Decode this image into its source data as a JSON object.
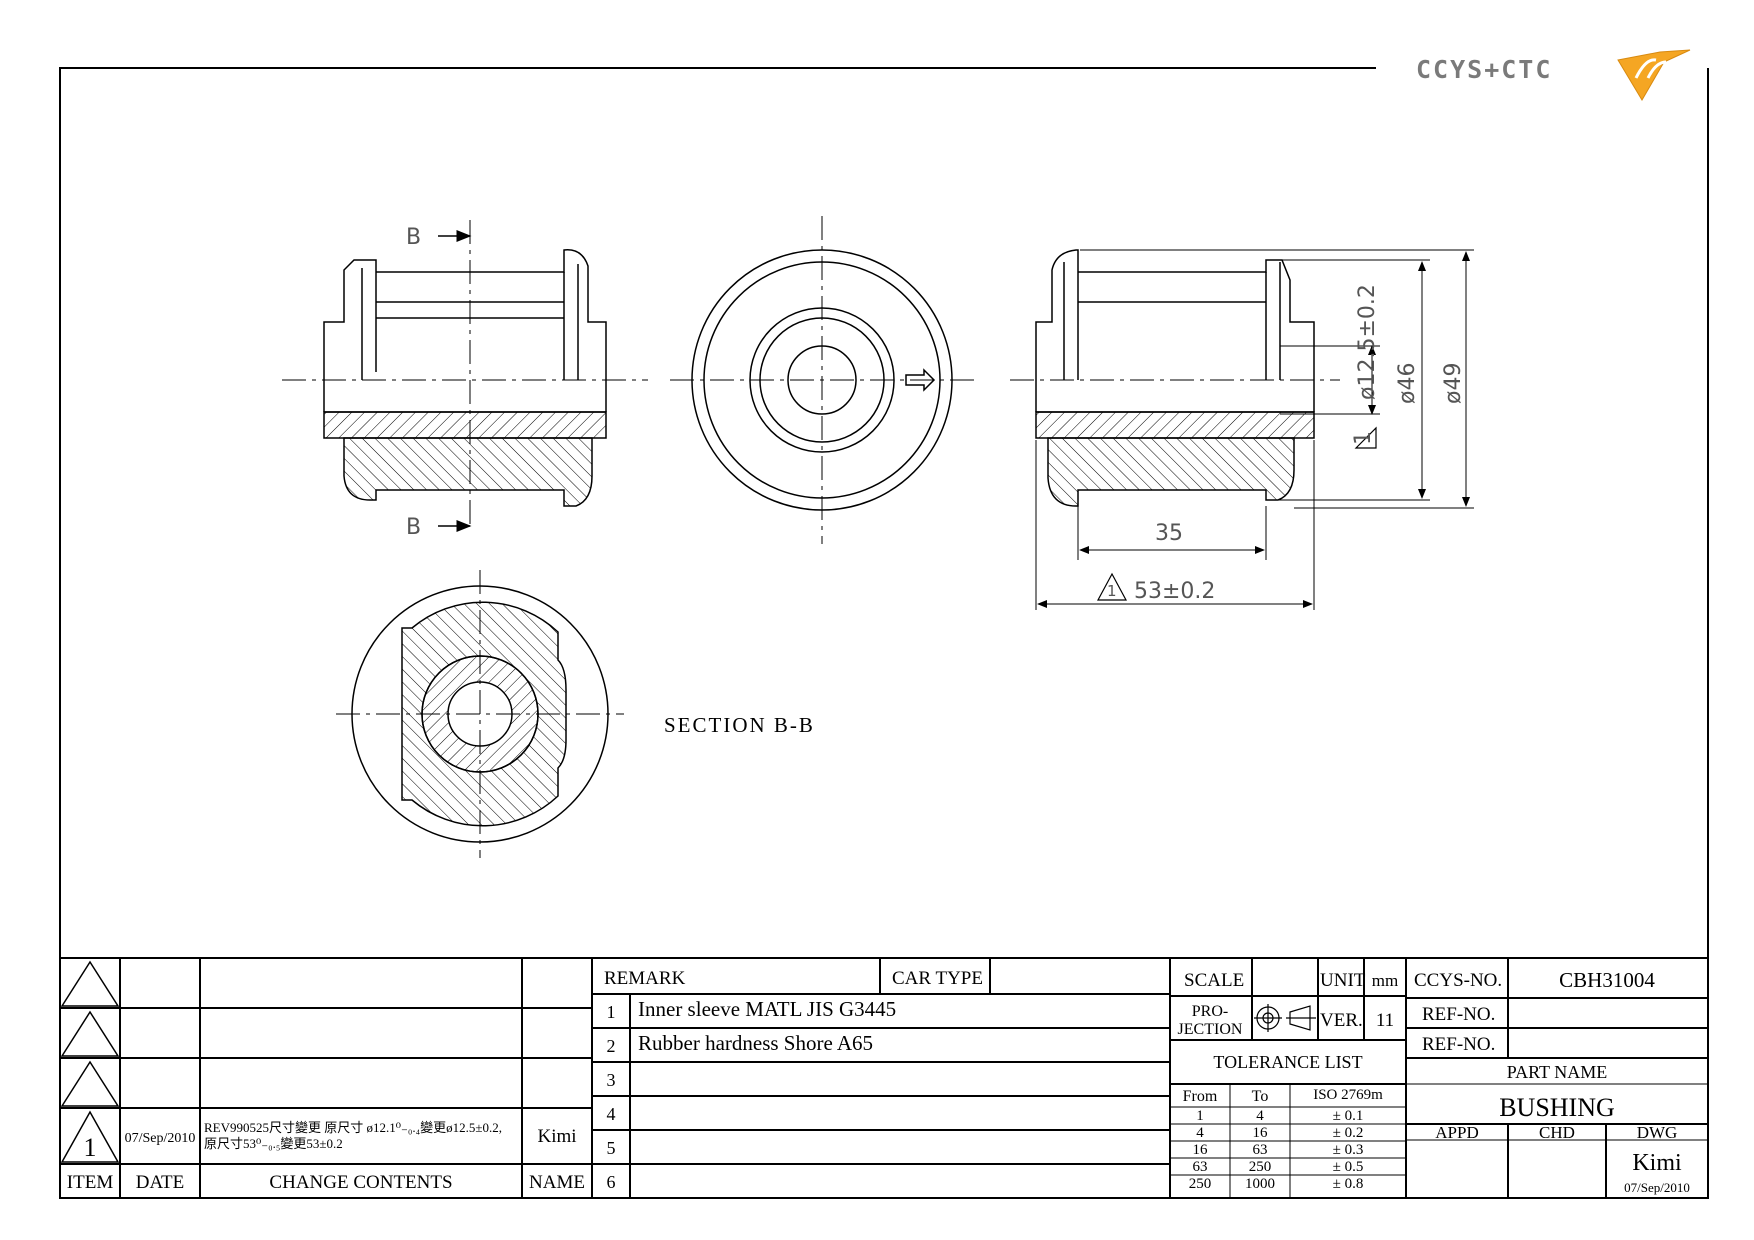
{
  "logo": {
    "text": "CCYS+CTC",
    "colors": {
      "text": "#7a7a7a",
      "mark": "#f5a623",
      "mark_stroke": "#d88a10"
    }
  },
  "views": {
    "section_marker": "B",
    "section_title": "SECTION  B-B",
    "dimensions": {
      "d_inner": "ø12.5±0.2",
      "d_46": "ø46",
      "d_49": "ø49",
      "len_35": "35",
      "len_53": "53±0.2",
      "rev_mark": "1"
    }
  },
  "revision_block": {
    "headers": {
      "item": "ITEM",
      "date": "DATE",
      "change": "CHANGE CONTENTS",
      "name": "NAME"
    },
    "rows": [
      {
        "item": "",
        "date": "",
        "change_line1": "",
        "change_line2": "",
        "name": ""
      },
      {
        "item": "",
        "date": "",
        "change_line1": "",
        "change_line2": "",
        "name": ""
      },
      {
        "item": "",
        "date": "",
        "change_line1": "",
        "change_line2": "",
        "name": ""
      },
      {
        "item": "1",
        "date": "07/Sep/2010",
        "change_line1": "REV990525尺寸變更 原尺寸 ø12.1⁰₋₀.₄變更ø12.5±0.2,",
        "change_line2": "原尺寸53⁰₋₀.₅變更53±0.2",
        "name": "Kimi"
      }
    ]
  },
  "remarks": {
    "header": "REMARK",
    "car_type_label": "CAR TYPE",
    "car_type_value": "",
    "items": [
      {
        "no": "1",
        "text": "Inner sleeve MATL JIS G3445"
      },
      {
        "no": "2",
        "text": "Rubber hardness Shore A65"
      },
      {
        "no": "3",
        "text": ""
      },
      {
        "no": "4",
        "text": ""
      },
      {
        "no": "5",
        "text": ""
      },
      {
        "no": "6",
        "text": ""
      }
    ]
  },
  "title_block": {
    "scale_label": "SCALE",
    "scale_value": "",
    "unit_label": "UNIT",
    "unit_value": "mm",
    "projection_label_1": "PRO-",
    "projection_label_2": "JECTION",
    "ver_label": "VER.",
    "ver_value": "11",
    "tolerance_title": "TOLERANCE LIST",
    "tolerance_headers": {
      "from": "From",
      "to": "To",
      "iso": "ISO 2769m"
    },
    "tolerance_rows": [
      {
        "from": "1",
        "to": "4",
        "tol": "± 0.1"
      },
      {
        "from": "4",
        "to": "16",
        "tol": "± 0.2"
      },
      {
        "from": "16",
        "to": "63",
        "tol": "± 0.3"
      },
      {
        "from": "63",
        "to": "250",
        "tol": "± 0.5"
      },
      {
        "from": "250",
        "to": "1000",
        "tol": "± 0.8"
      }
    ],
    "ccys_no_label": "CCYS-NO.",
    "ccys_no_value": "CBH31004",
    "ref_no_label_1": "REF-NO.",
    "ref_no_value_1": "",
    "ref_no_label_2": "REF-NO.",
    "ref_no_value_2": "",
    "part_name_label": "PART NAME",
    "part_name_value": "BUSHING",
    "appd_label": "APPD",
    "chd_label": "CHD",
    "dwg_label": "DWG",
    "dwg_name": "Kimi",
    "dwg_date": "07/Sep/2010"
  }
}
